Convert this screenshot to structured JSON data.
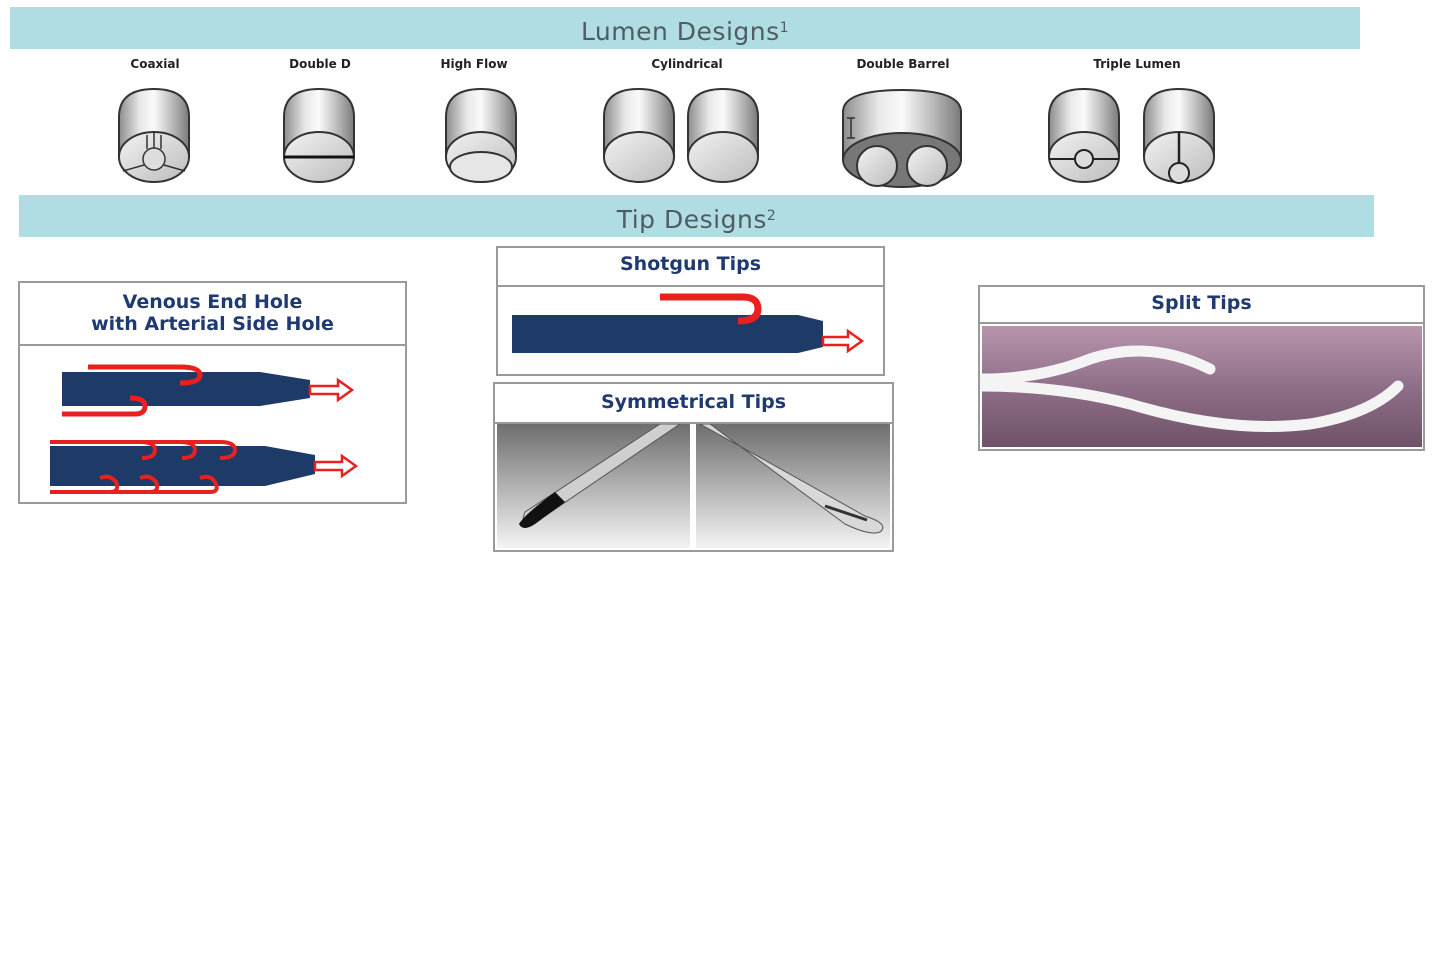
{
  "lumen": {
    "title": "Lumen Designs",
    "ref": "1",
    "items": [
      {
        "label": "Coaxial"
      },
      {
        "label": "Double D"
      },
      {
        "label": "High Flow"
      },
      {
        "label": "Cylindrical"
      },
      {
        "label": "Double Barrel"
      },
      {
        "label": "Triple Lumen"
      }
    ]
  },
  "tips": {
    "title": "Tip Designs",
    "ref": "2",
    "venous_line1": "Venous End Hole",
    "venous_line2": "with Arterial Side Hole",
    "shotgun": "Shotgun Tips",
    "symmetrical": "Symmetrical Tips",
    "split": "Split Tips"
  },
  "colors": {
    "banner": "#b0dde3",
    "catheter": "#1e3a66",
    "arrow": "#e8201f",
    "title": "#1f3a70"
  }
}
